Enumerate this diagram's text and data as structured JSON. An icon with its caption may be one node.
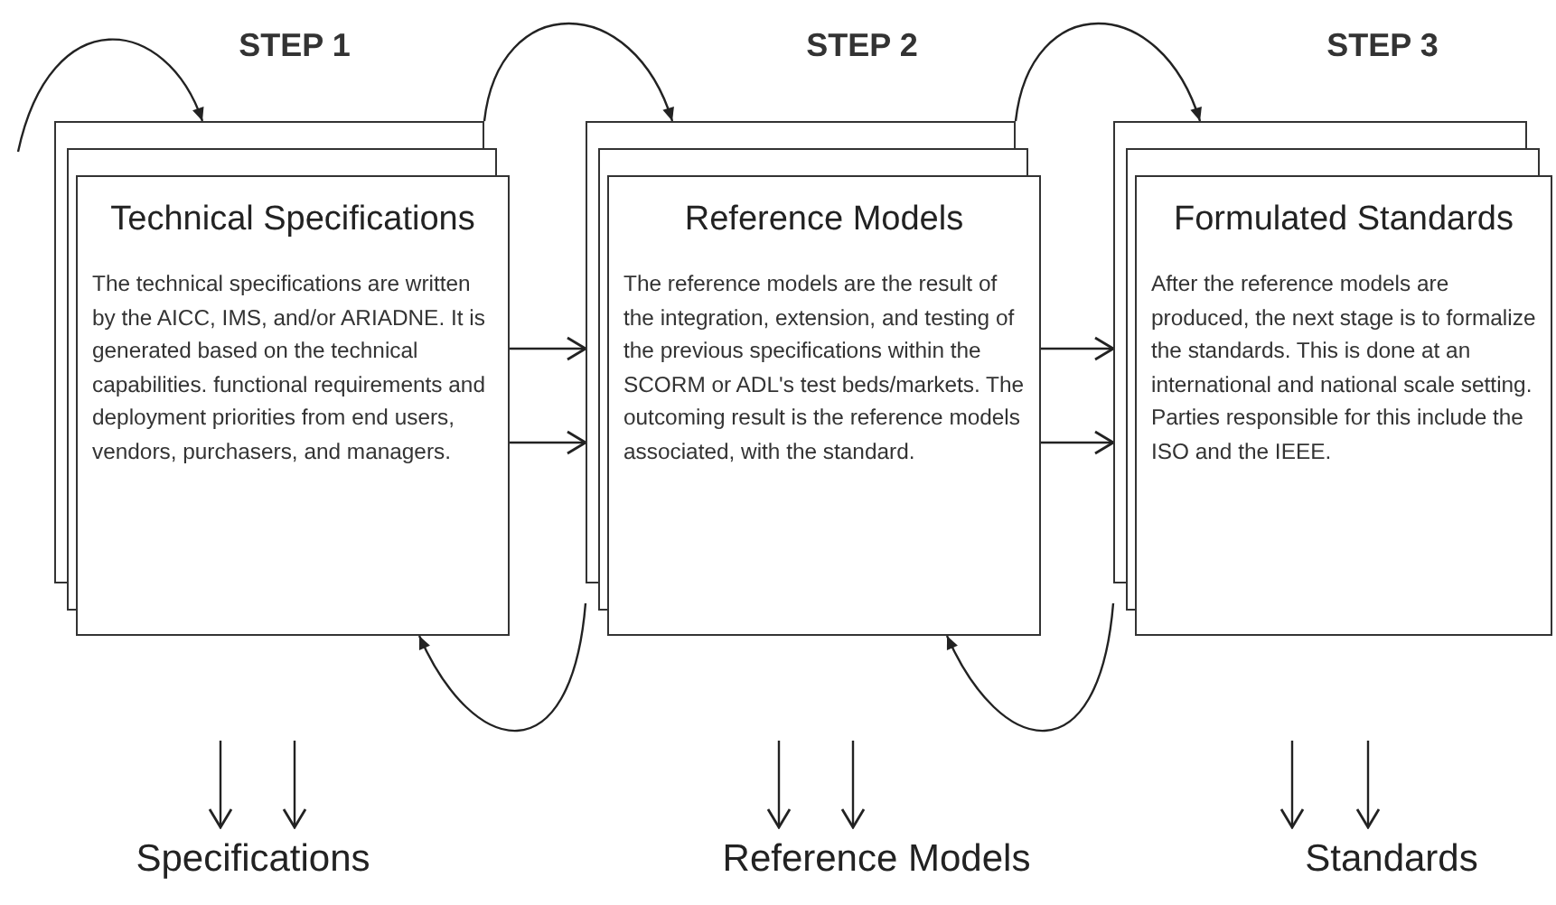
{
  "diagram": {
    "nodes": [
      {
        "text": [
          "Technical Specifications",
          "The technical specifications are written by the AICC, IMS, and/or ARIADNE. It is generated based on the technical capabilities. functional requirements and deployment priorities from end users, vendors, purchasers, and managers."
        ]
      },
      {
        "text": [
          "Reference Models",
          "The reference models are the result of the integration, extension, and testing of the previous specifications within the SCORM or ADL's test beds/markets. The outcoming result is the reference models associated, with the standard."
        ]
      },
      {
        "text": [
          "Formulated Standards",
          "After the reference models are produced, the next stage is to formalize the standards. This is done at an international and national scale setting. Parties responsible for this include the ISO and the IEEE."
        ]
      },
      {
        "text": [
          "Specifications"
        ]
      },
      {
        "text": [
          "Reference Models"
        ]
      },
      {
        "text": [
          "Standards"
        ]
      }
    ],
    "edges": [
      {
        "from": null,
        "to": 0,
        "arrow": "to"
      },
      {
        "from": 0,
        "to": 1,
        "arrow": "to"
      },
      {
        "from": 1,
        "to": 2,
        "arrow": "to"
      },
      {
        "from": 0,
        "to": 1,
        "arrow": "to"
      },
      {
        "from": 0,
        "to": 1,
        "arrow": "to"
      },
      {
        "from": 1,
        "to": 2,
        "arrow": "to"
      },
      {
        "from": 1,
        "to": 2,
        "arrow": "to"
      },
      {
        "from": 1,
        "to": 0,
        "arrow": "to"
      },
      {
        "from": 2,
        "to": 1,
        "arrow": "to"
      },
      {
        "from": null,
        "to": 3,
        "arrow": "to"
      },
      {
        "from": null,
        "to": 3,
        "arrow": "to"
      },
      {
        "from": null,
        "to": 4,
        "arrow": "to"
      },
      {
        "from": null,
        "to": 4,
        "arrow": "to"
      },
      {
        "from": null,
        "to": 5,
        "arrow": "to"
      },
      {
        "from": null,
        "to": 5,
        "arrow": "to"
      }
    ],
    "labels": [
      "STEP 1",
      "STEP 2",
      "STEP 3"
    ]
  }
}
